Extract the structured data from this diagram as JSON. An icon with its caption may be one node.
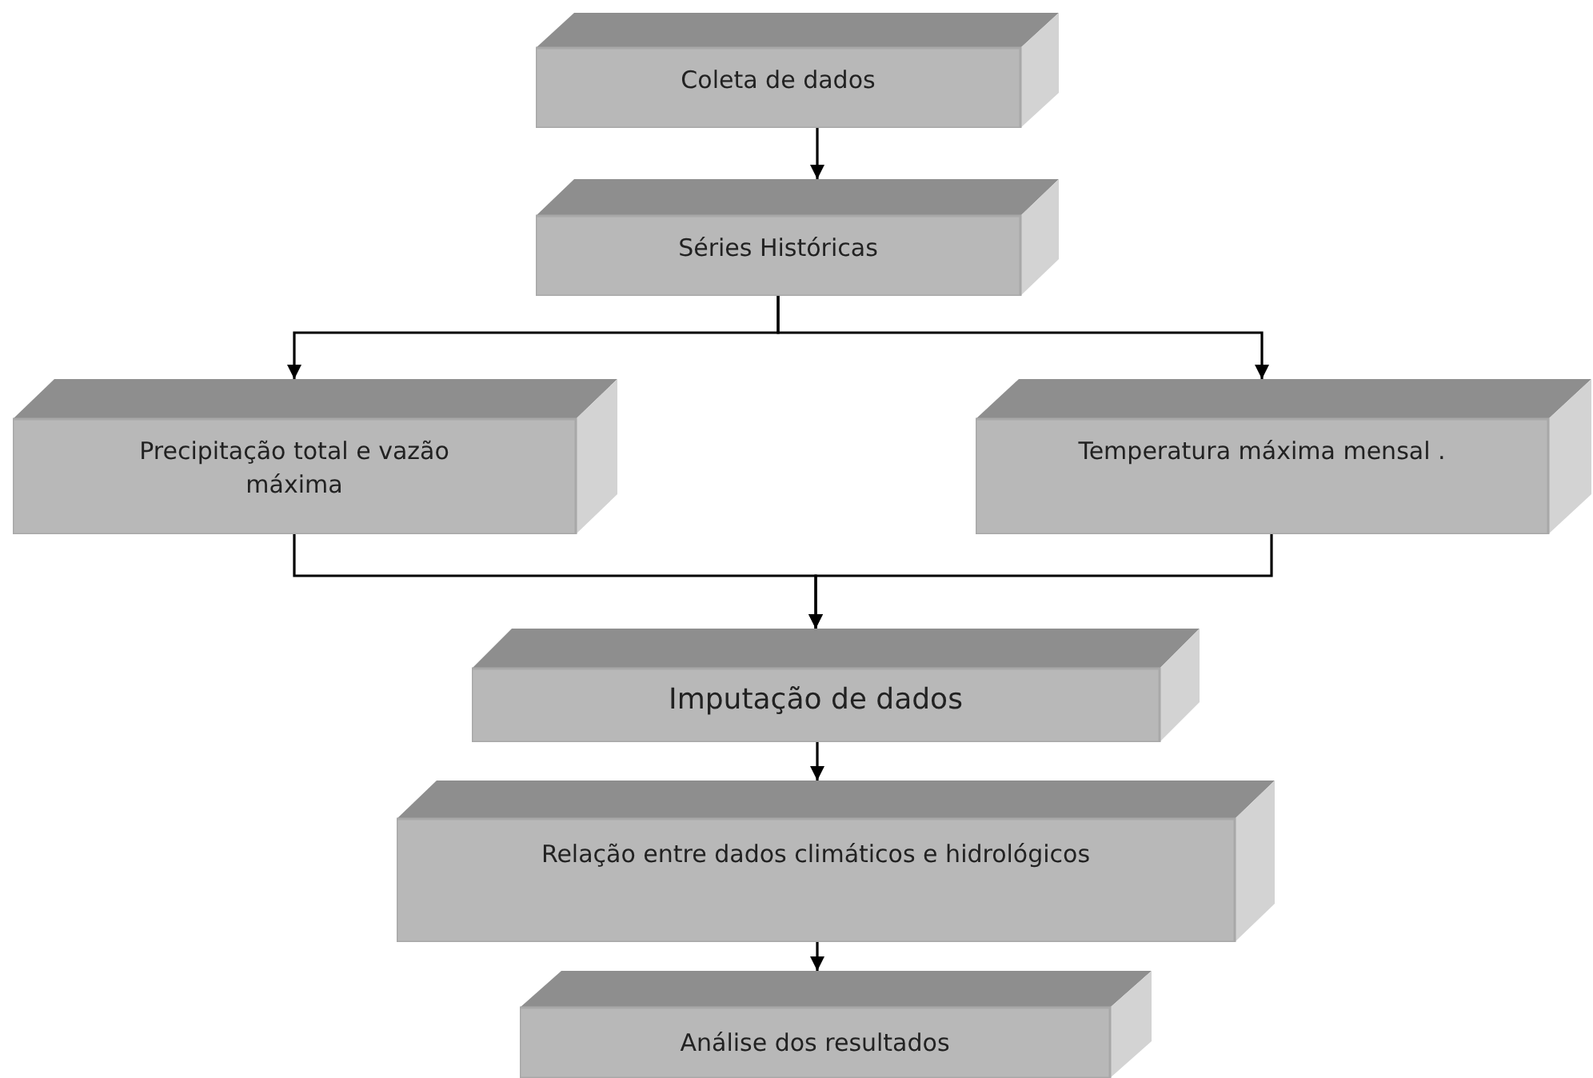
{
  "diagram": {
    "nodes": [
      {
        "text": [
          "Coleta de dados"
        ]
      },
      {
        "text": [
          "Séries Históricas"
        ]
      },
      {
        "text": [
          "Precipitação total e vazão máxima"
        ]
      },
      {
        "text": [
          "Temperatura máxima mensal ."
        ]
      },
      {
        "text": [
          "Imputação de dados"
        ]
      },
      {
        "text": [
          "Relação entre dados climáticos e hidrológicos"
        ]
      },
      {
        "text": [
          "Análise dos resultados"
        ]
      }
    ],
    "edges": [
      {
        "from": 0,
        "to": 1,
        "arrow": "to"
      },
      {
        "from": 1,
        "to": 2,
        "arrow": "to"
      },
      {
        "from": 1,
        "to": 3,
        "arrow": "to"
      },
      {
        "from": 2,
        "to": 4,
        "arrow": "to"
      },
      {
        "from": 3,
        "to": 4,
        "arrow": "to"
      },
      {
        "from": 4,
        "to": 5,
        "arrow": "to"
      },
      {
        "from": 5,
        "to": 6,
        "arrow": "to"
      }
    ]
  }
}
